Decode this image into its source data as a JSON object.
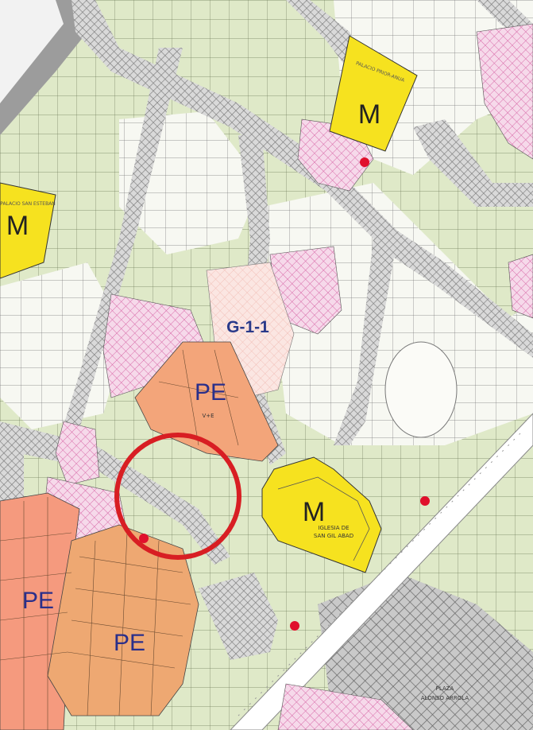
{
  "zones": {
    "m_palacio_prior": "M",
    "m_palacio_left": "M",
    "m_iglesia": "M",
    "g_label": "G-1-1",
    "pe_center": "PE",
    "pe_center_sub": "V+E",
    "pe_left": "PE",
    "pe_bottom": "PE"
  },
  "buildings": {
    "palacio_prior": "PALACIO PRIOR-ANUA",
    "palacio_left": "PALACIO SAN ESTEBAN",
    "iglesia_line1": "IGLESIA DE",
    "iglesia_line2": "SAN GIL ABAD",
    "plaza_line1": "PLAZA",
    "plaza_line2": "ALONSO ARROLA"
  },
  "colors": {
    "parcel_green": "#dfe9c8",
    "parcel_white": "#f7f8f2",
    "street_hatch": "#8a8a8a",
    "pink_hatch": "#e07ab6",
    "orange": "#f2a77a",
    "salmon": "#f5937b",
    "yellow": "#f6e21f",
    "red_marker": "#e0102c",
    "circle": "#d81e23"
  },
  "markers": {
    "count": 4
  }
}
